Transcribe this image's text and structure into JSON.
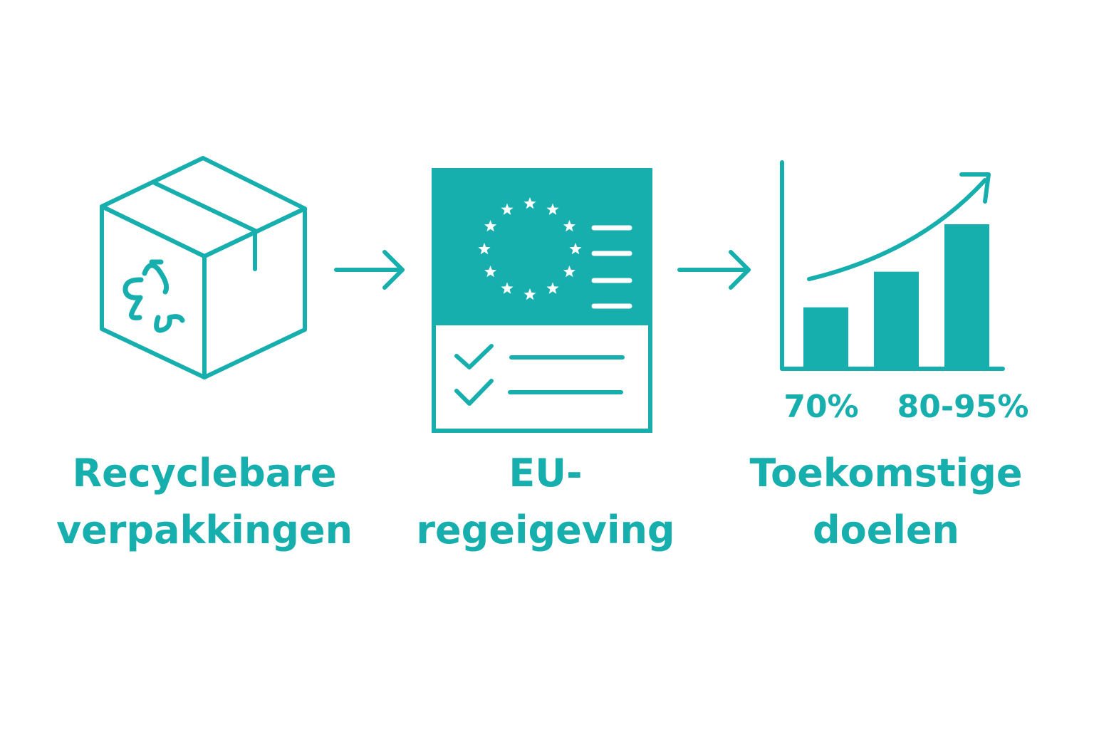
{
  "colors": {
    "accent": "#17aeae",
    "background": "#ffffff",
    "icon_inverse": "#ffffff"
  },
  "steps": [
    {
      "icon": "recyclable-box-icon",
      "label_line1": "Recyclebare",
      "label_line2": "verpakkingen"
    },
    {
      "icon": "eu-regulation-document-icon",
      "label_line1": "EU-",
      "label_line2": "regeigeving"
    },
    {
      "icon": "growth-chart-icon",
      "label_line1": "Toekomstige",
      "label_line2": "doelen"
    }
  ],
  "arrows": [
    "arrow-right-icon",
    "arrow-right-icon"
  ],
  "chart": {
    "value_label_left": "70%",
    "value_label_right": "80-95%"
  },
  "chart_data": {
    "type": "bar",
    "categories": [
      "",
      "",
      ""
    ],
    "values": [
      2.5,
      4,
      6
    ]
  }
}
